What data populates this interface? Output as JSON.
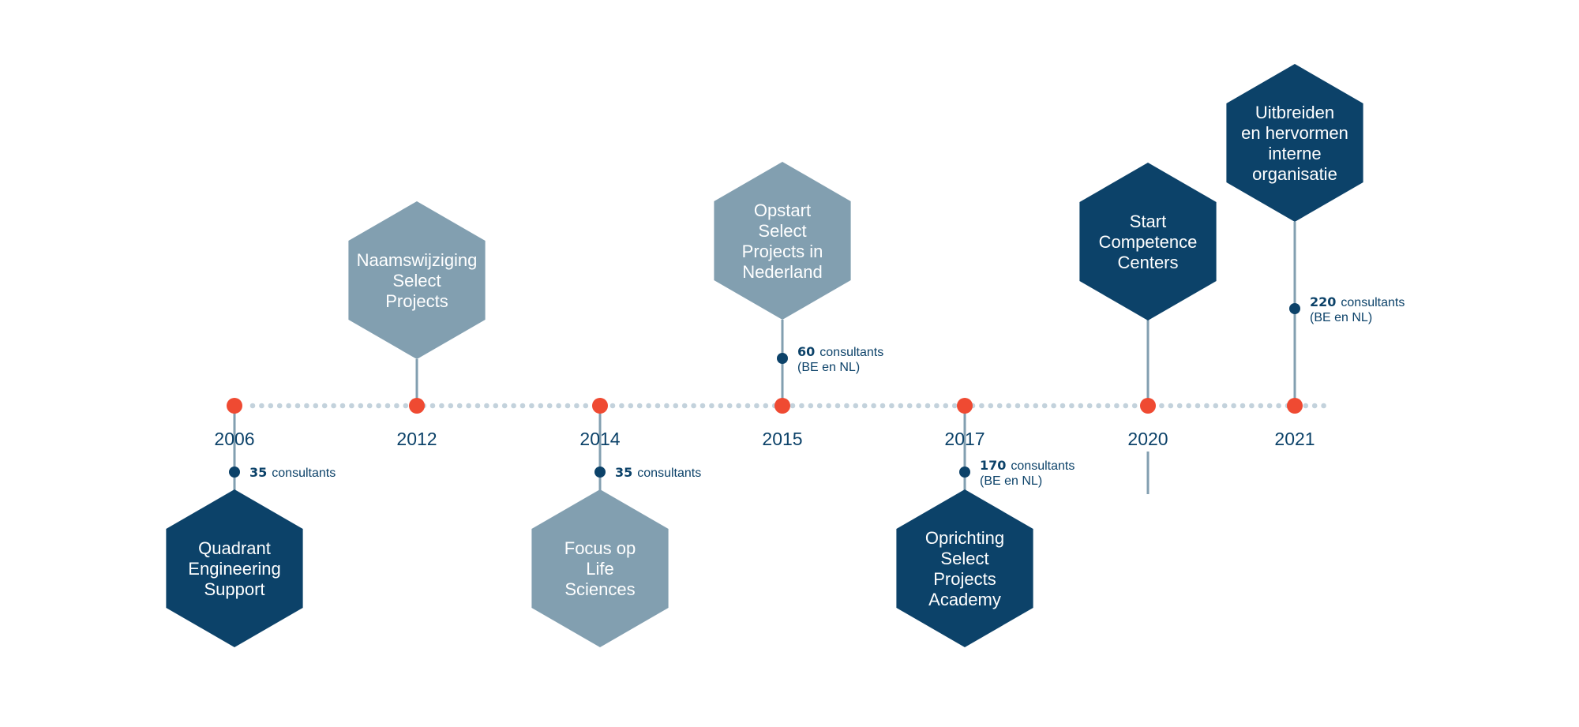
{
  "colors": {
    "dark_hex": "#0c4269",
    "light_hex": "#829fb0",
    "year_dot": "#ef4a32",
    "stem": "#829fb0",
    "axis_dots": "#c3d2dc",
    "note_dot": "#0c4269",
    "text": "#0c4269"
  },
  "milestones": [
    {
      "year": "2006",
      "position": "below",
      "style": "dark",
      "label_lines": [
        "Quadrant",
        "Engineering",
        "Support"
      ],
      "note": {
        "number": "35",
        "lines": [
          "consultants"
        ]
      }
    },
    {
      "year": "2012",
      "position": "above",
      "style": "light",
      "label_lines": [
        "Naamswijziging",
        "Select",
        "Projects"
      ],
      "note": null
    },
    {
      "year": "2014",
      "position": "below",
      "style": "light",
      "label_lines": [
        "Focus op",
        "Life",
        "Sciences"
      ],
      "note": {
        "number": "35",
        "lines": [
          "consultants"
        ]
      }
    },
    {
      "year": "2015",
      "position": "above",
      "style": "light",
      "label_lines": [
        "Opstart",
        "Select",
        "Projects in",
        "Nederland"
      ],
      "note": {
        "number": "60",
        "lines": [
          "consultants",
          "(BE en NL)"
        ]
      }
    },
    {
      "year": "2017",
      "position": "below",
      "style": "dark",
      "label_lines": [
        "Oprichting",
        "Select",
        "Projects",
        "Academy"
      ],
      "note": {
        "number": "170",
        "lines": [
          "consultants",
          "(BE en NL)"
        ]
      }
    },
    {
      "year": "2020",
      "position": "above",
      "style": "dark",
      "label_lines": [
        "Start",
        "Competence",
        "Centers"
      ],
      "note": null
    },
    {
      "year": "2021",
      "position": "above",
      "style": "dark",
      "label_lines": [
        "Uitbreiden",
        "en hervormen",
        "interne",
        "organisatie"
      ],
      "note": {
        "number": "220",
        "lines": [
          "consultants",
          "(BE en NL)"
        ]
      }
    }
  ]
}
